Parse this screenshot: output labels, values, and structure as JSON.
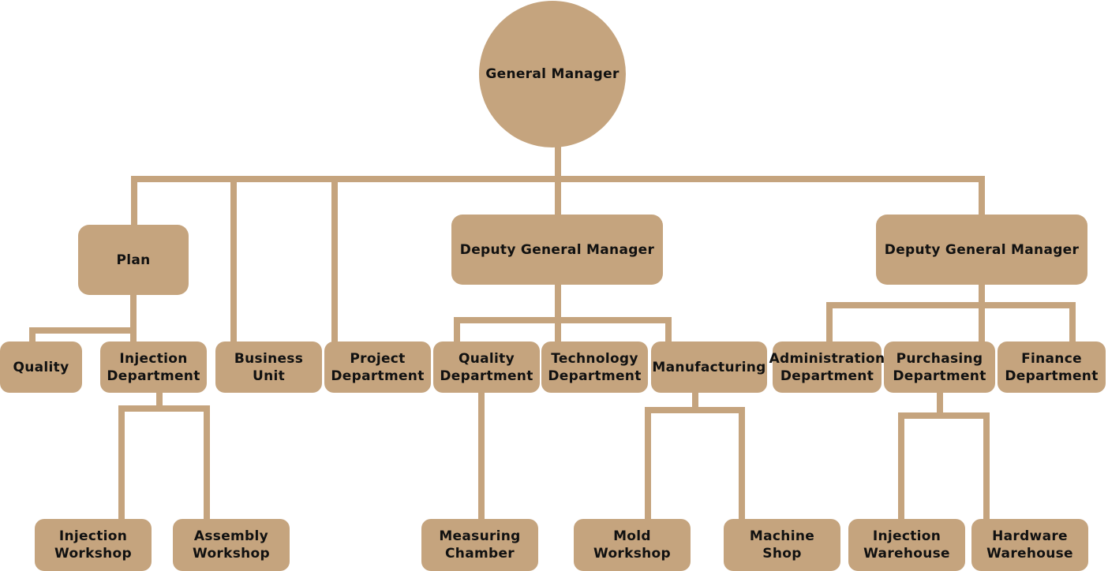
{
  "org_chart": {
    "root": "General Manager",
    "plan": "Plan",
    "deputy_left": "Deputy General Manager",
    "deputy_right": "Deputy General Manager",
    "quality": "Quality",
    "injection_department": "Injection\nDepartment",
    "business_unit": "Business\nUnit",
    "project_department": "Project\nDepartment",
    "quality_department": "Quality\nDepartment",
    "technology_department": "Technology\nDepartment",
    "manufacturing": "Manufacturing",
    "administration_department": "Administration\nDepartment",
    "purchasing_department": "Purchasing\nDepartment",
    "finance_department": "Finance\nDepartment",
    "injection_workshop": "Injection\nWorkshop",
    "assembly_workshop": "Assembly\nWorkshop",
    "measuring_chamber": "Measuring\nChamber",
    "mold_workshop": "Mold\nWorkshop",
    "machine_shop": "Machine\nShop",
    "injection_warehouse": "Injection\nWarehouse",
    "hardware_warehouse": "Hardware\nWarehouse"
  }
}
